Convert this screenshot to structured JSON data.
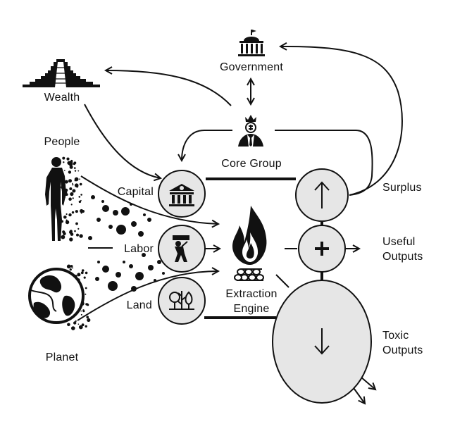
{
  "labels": {
    "government": "Government",
    "wealth": "Wealth",
    "people": "People",
    "core_group": "Core Group",
    "capital": "Capital",
    "labor": "Labor",
    "land": "Land",
    "surplus": "Surplus",
    "useful_outputs": [
      "Useful",
      "Outputs"
    ],
    "extraction_engine": [
      "Extraction",
      "Engine"
    ],
    "toxic_outputs": [
      "Toxic",
      "Outputs"
    ],
    "planet": "Planet"
  },
  "colors": {
    "ink": "#111111",
    "node_fill": "#e6e6e6",
    "background": "#ffffff"
  },
  "icons": {
    "government": "capitol-building-icon",
    "wealth": "stepped-pyramid-icon",
    "core_group": "crowned-businessman-icon",
    "capital": "bank-icon",
    "labor": "worker-carrying-load-icon",
    "land": "trees-icon",
    "engine": "fire-and-logs-icon",
    "people": "human-figure-icon",
    "planet": "earth-globe-icon"
  },
  "symbols": {
    "surplus": "up-arrow",
    "useful": "plus",
    "toxic": "down-arrow"
  }
}
